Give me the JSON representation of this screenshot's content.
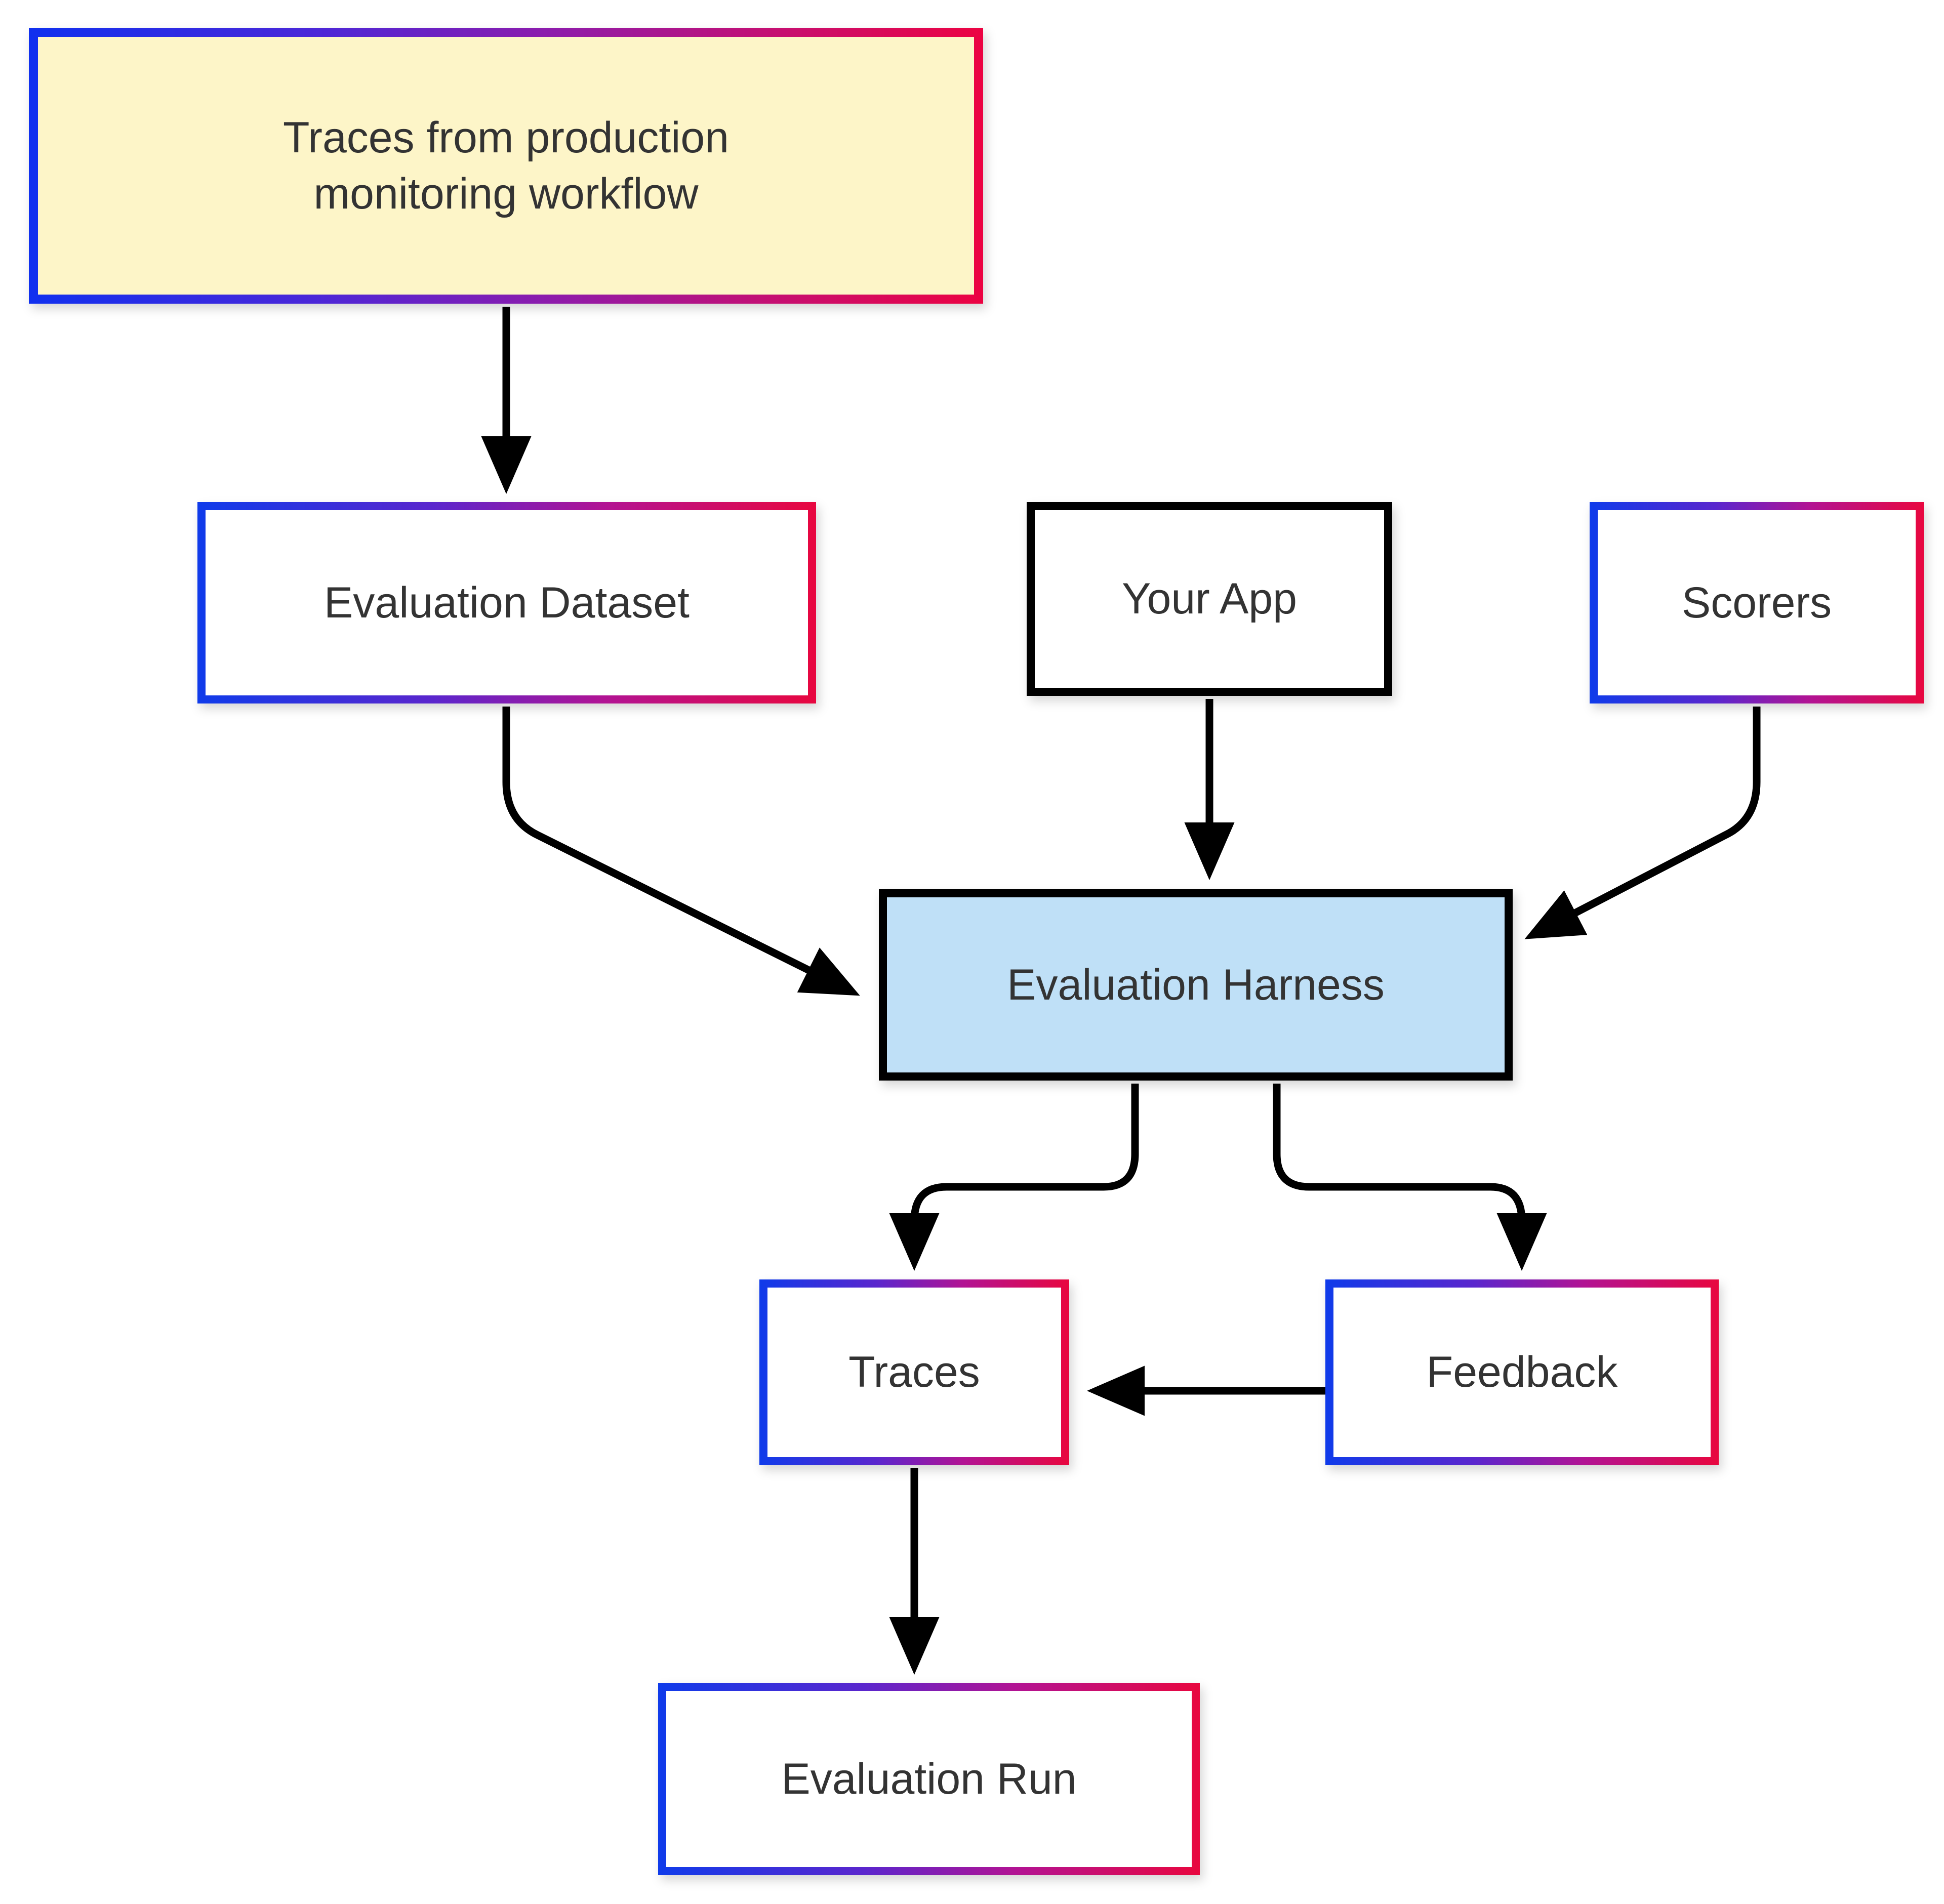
{
  "diagram": {
    "type": "flowchart",
    "direction": "top-to-bottom",
    "background": "#ffffff",
    "palette": {
      "gradient_start": "#0f3bea",
      "gradient_end": "#e8073f",
      "harness_fill": "#bfe0f7",
      "source_fill": "#fdf5c8",
      "edge_color": "#000000",
      "text_color": "#333333"
    },
    "nodes": [
      {
        "id": "source",
        "label": "Traces from production\nmonitoring workflow",
        "line1": "Traces from production",
        "line2": "monitoring workflow",
        "style": "dotted-gradient",
        "fill": "#fdf5c8"
      },
      {
        "id": "dataset",
        "label": "Evaluation Dataset",
        "style": "gradient",
        "fill": "#ffffff"
      },
      {
        "id": "app",
        "label": "Your App",
        "style": "black",
        "fill": "#ffffff"
      },
      {
        "id": "scorers",
        "label": "Scorers",
        "style": "gradient",
        "fill": "#ffffff"
      },
      {
        "id": "harness",
        "label": "Evaluation Harness",
        "style": "black",
        "fill": "#bfe0f7"
      },
      {
        "id": "traces",
        "label": "Traces",
        "style": "gradient",
        "fill": "#ffffff"
      },
      {
        "id": "feedback",
        "label": "Feedback",
        "style": "gradient",
        "fill": "#ffffff"
      },
      {
        "id": "run",
        "label": "Evaluation Run",
        "style": "gradient",
        "fill": "#ffffff"
      }
    ],
    "edges": [
      {
        "from": "source",
        "to": "dataset",
        "shape": "straight-down"
      },
      {
        "from": "dataset",
        "to": "harness",
        "shape": "elbow-right-down"
      },
      {
        "from": "app",
        "to": "harness",
        "shape": "straight-down"
      },
      {
        "from": "scorers",
        "to": "harness",
        "shape": "elbow-left-down"
      },
      {
        "from": "harness",
        "to": "traces",
        "shape": "s-curve-left-down"
      },
      {
        "from": "harness",
        "to": "feedback",
        "shape": "s-curve-right-down"
      },
      {
        "from": "feedback",
        "to": "traces",
        "shape": "straight-left"
      },
      {
        "from": "traces",
        "to": "run",
        "shape": "straight-down"
      }
    ]
  }
}
